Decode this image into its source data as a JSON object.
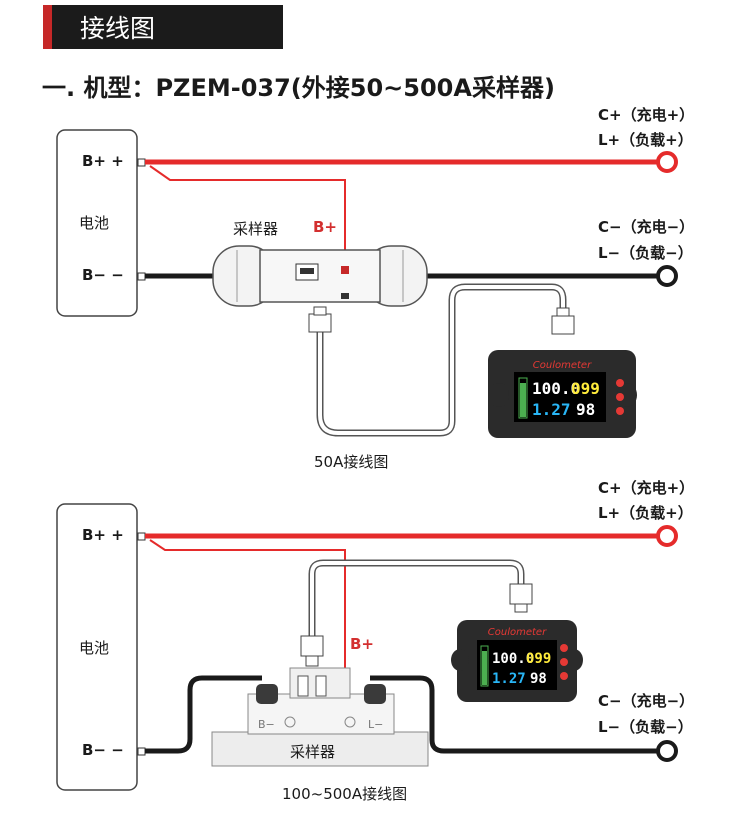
{
  "header": {
    "title": "接线图"
  },
  "model_title": "一. 机型：PZEM-037(外接50~500A采样器)",
  "diagram1": {
    "battery_label": "电池",
    "b_plus": "B+ +",
    "b_minus": "B− −",
    "sampler_label": "采样器",
    "b_plus_red": "B+",
    "c_plus": "C+（充电+）",
    "l_plus": "L+（负载+）",
    "c_minus": "C−（充电−）",
    "l_minus": "L−（负载−）",
    "caption": "50A接线图"
  },
  "diagram2": {
    "battery_label": "电池",
    "b_plus": "B+ +",
    "b_minus": "B− −",
    "sampler_label": "采样器",
    "b_plus_red": "B+",
    "c_plus": "C+（充电+）",
    "l_plus": "L+（负载+）",
    "c_minus": "C−（充电−）",
    "l_minus": "L−（负载−）",
    "caption": "100~500A接线图"
  },
  "meter": {
    "brand": "Coulometer",
    "voltage": "100.0",
    "capacity_pct": "099",
    "current": "1.27",
    "power_pct": "98"
  },
  "colors": {
    "red_wire": "#e52b2b",
    "black_wire": "#1a1a1a",
    "header_bg": "#1b1b1b",
    "accent": "#c62828"
  }
}
